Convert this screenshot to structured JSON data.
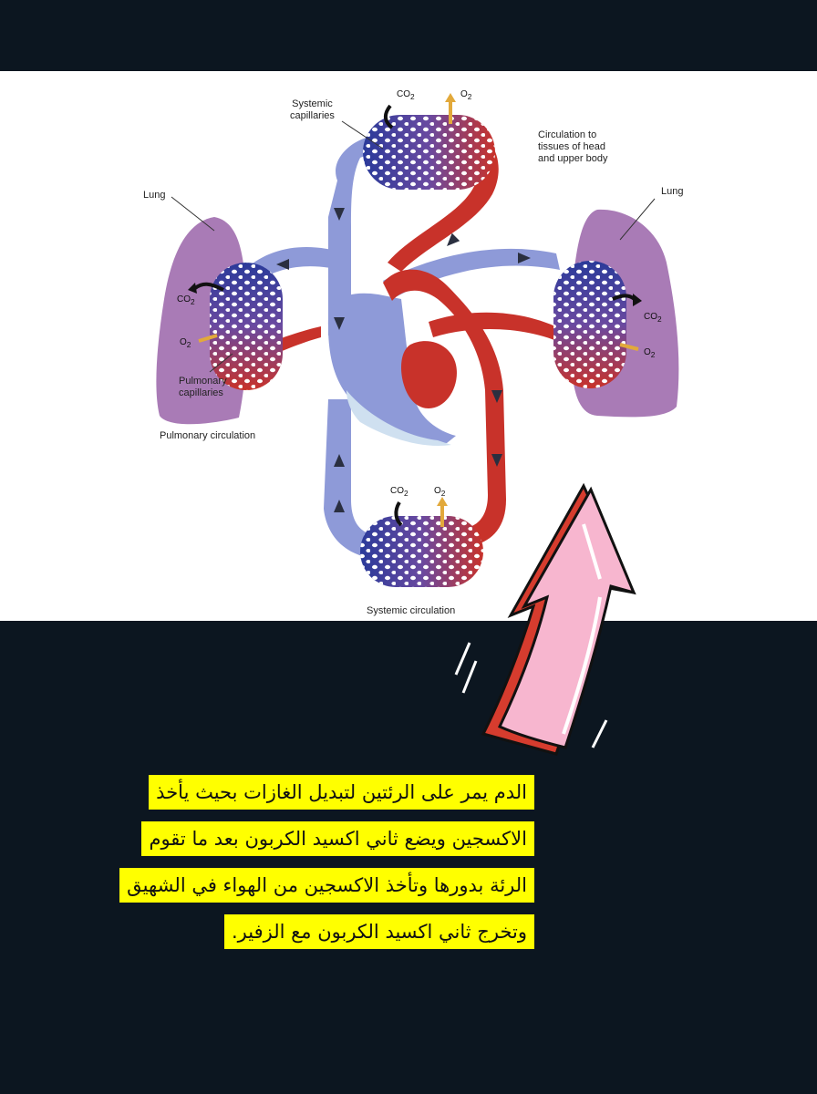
{
  "diagram": {
    "labels": {
      "systemic_capillaries": [
        "Systemic",
        "capillaries"
      ],
      "circulation_head": [
        "Circulation to",
        "tissues of head",
        "and upper body"
      ],
      "lung_left": "Lung",
      "lung_right": "Lung",
      "pulmonary_capillaries": [
        "Pulmonary",
        "capillaries"
      ],
      "pulmonary_circulation": "Pulmonary circulation",
      "systemic_circulation": "Systemic circulation"
    },
    "gases": {
      "co2": "CO",
      "o2": "O",
      "subscript": "2"
    },
    "colors": {
      "oxygenated": "#c8322a",
      "deoxygenated": "#8e9ad8",
      "lung": "#a97bb6",
      "co2_arrow": "#111111",
      "o2_arrow": "#e2a93b"
    }
  },
  "caption": {
    "lines": [
      "الدم يمر على الرئتين لتبديل الغازات بحيث يأخذ",
      "الاكسجين ويضع ثاني اكسيد الكربون بعد ما تقوم",
      "الرئة بدورها وتأخذ الاكسجين من الهواء في الشهيق",
      "وتخرج ثاني اكسيد الكربون مع الزفير."
    ]
  },
  "colors": {
    "background": "#0c1620",
    "highlight": "#ffff00",
    "arrow_fill": "#f47c7c",
    "arrow_inner": "#f7b6cf"
  }
}
